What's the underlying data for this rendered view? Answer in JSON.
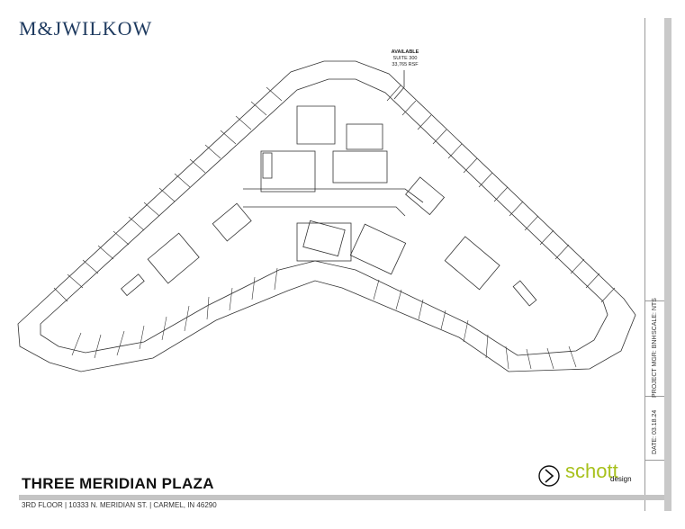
{
  "logo": "M&JWILKOW",
  "available": {
    "heading": "AVAILABLE",
    "suite": "SUITE 300",
    "area": "33,765 RSF"
  },
  "sidebar": {
    "scale": "SCALE: NTS",
    "manager": "PROJECT MGR: BNH",
    "date": "DATE: 03.18.24"
  },
  "title": "THREE MERIDIAN PLAZA",
  "address": "3RD FLOOR | 10333 N. MERIDIAN ST. | CARMEL, IN 46290",
  "brand": {
    "word": "schott",
    "sub": "design"
  },
  "colors": {
    "logo": "#1e3a5f",
    "brand_green": "#a8c11d",
    "bar_gray": "#c4c4c4"
  }
}
